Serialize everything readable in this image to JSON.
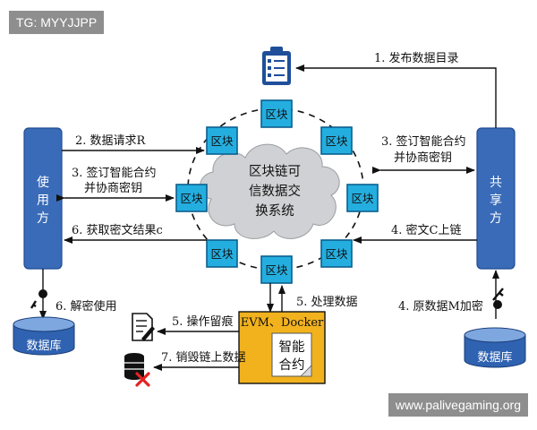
{
  "watermark_top": "TG: MYYJJPP",
  "watermark_bottom": "www.palivegaming.org",
  "colors": {
    "pillar": "#3a6bb8",
    "pillar_border": "#1f4c93",
    "block": "#24aee0",
    "block_border": "#0b5f8e",
    "cloud": "#cfd1d4",
    "cloud_border": "#9a9da1",
    "contract_box": "#f2b21e",
    "db": "#2f62b0",
    "db_top": "#7ea7e0",
    "clipboard": "#1f4f9a",
    "arrow": "#111111"
  },
  "user_pillar": "使用方",
  "sharer_pillar": "共享方",
  "cloud_text": [
    "区块链可",
    "信数据交",
    "换系统"
  ],
  "block_label": "区块",
  "db_label": "数据库",
  "contract_box": {
    "title": "EVM、Docker",
    "inner": [
      "智能",
      "合约"
    ]
  },
  "steps": {
    "publish": "1. 发布数据目录",
    "request": "2. 数据请求R",
    "sign_left": [
      "3. 签订智能合约",
      "并协商密钥"
    ],
    "sign_right": [
      "3. 签订智能合约",
      "并协商密钥"
    ],
    "ciphertext_up": "4. 密文C上链",
    "encrypt": "4. 原数据M加密",
    "process": "5. 处理数据",
    "log": "5. 操作留痕",
    "result": "6. 获取密文结果c",
    "decrypt": "6. 解密使用",
    "destroy": "7. 销毁链上数据"
  },
  "icons": [
    "clipboard-icon",
    "key-icon",
    "document-log-icon",
    "database-delete-icon"
  ]
}
